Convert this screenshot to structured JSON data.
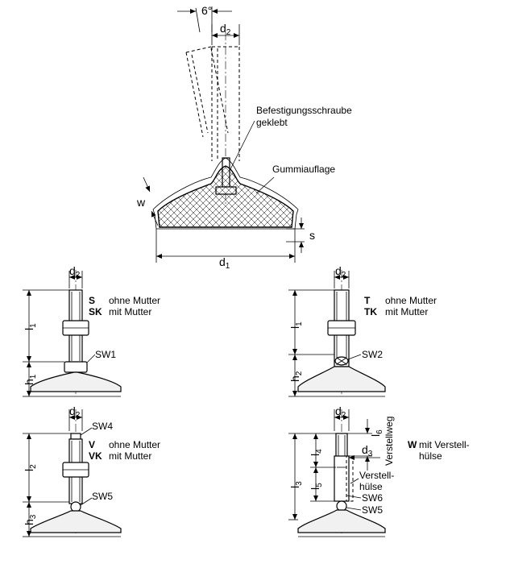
{
  "top_view": {
    "angle_label": "6°",
    "d2_label": "d",
    "d2_sub": "2",
    "callout_screw_line1": "Befestigungsschraube",
    "callout_screw_line2": "geklebt",
    "callout_rubber": "Gummiauflage",
    "w_label": "w",
    "s_label": "s",
    "d1_label": "d",
    "d1_sub": "1"
  },
  "variants": [
    {
      "code_primary": "S",
      "desc_primary": "ohne Mutter",
      "code_secondary": "SK",
      "desc_secondary": "mit Mutter",
      "d_label": "d",
      "d_sub": "2",
      "l_label": "l",
      "l_sub": "1",
      "h_label": "h",
      "h_sub": "1",
      "sw_labels": [
        "SW1"
      ]
    },
    {
      "code_primary": "T",
      "desc_primary": "ohne Mutter",
      "code_secondary": "TK",
      "desc_secondary": "mit Mutter",
      "d_label": "d",
      "d_sub": "2",
      "l_label": "l",
      "l_sub": "1",
      "h_label": "h",
      "h_sub": "2",
      "sw_labels": [
        "SW2"
      ]
    },
    {
      "code_primary": "V",
      "desc_primary": "ohne Mutter",
      "code_secondary": "VK",
      "desc_secondary": "mit Mutter",
      "d_label": "d",
      "d_sub": "2",
      "l_label": "l",
      "l_sub": "2",
      "h_label": "h",
      "h_sub": "3",
      "sw_labels": [
        "SW4",
        "SW5"
      ]
    },
    {
      "code_primary": "W",
      "desc_primary": "mit Verstell-",
      "desc_primary_line2": "hülse",
      "d2_label": "d",
      "d2_sub": "2",
      "d3_label": "d",
      "d3_sub": "3",
      "l3_label": "l",
      "l3_sub": "3",
      "l4_label": "l",
      "l4_sub": "4",
      "l5_label": "l",
      "l5_sub": "5",
      "l6_label": "l",
      "l6_sub": "6",
      "verstellweg": "Verstellweg",
      "sleeve_line1": "Verstell-",
      "sleeve_line2": "hülse",
      "sw_labels": [
        "SW6",
        "SW5"
      ]
    }
  ]
}
